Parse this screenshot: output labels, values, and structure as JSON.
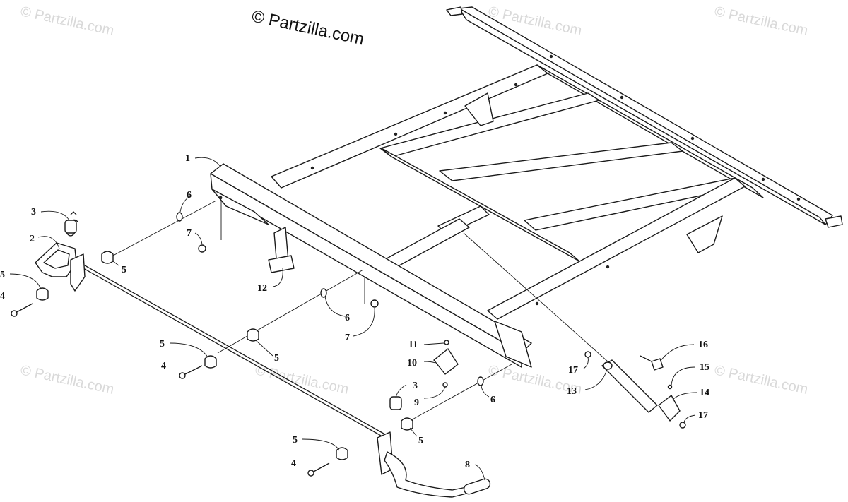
{
  "copyright": "© Partzilla.com",
  "watermark": "© Partzilla.com",
  "callouts": [
    {
      "id": "1",
      "label": "1"
    },
    {
      "id": "2",
      "label": "2"
    },
    {
      "id": "3a",
      "label": "3"
    },
    {
      "id": "3b",
      "label": "3"
    },
    {
      "id": "4a",
      "label": "4"
    },
    {
      "id": "4b",
      "label": "4"
    },
    {
      "id": "4c",
      "label": "4"
    },
    {
      "id": "5a",
      "label": "5"
    },
    {
      "id": "5b",
      "label": "5"
    },
    {
      "id": "5c",
      "label": "5"
    },
    {
      "id": "5d",
      "label": "5"
    },
    {
      "id": "5e",
      "label": "5"
    },
    {
      "id": "5f",
      "label": "5"
    },
    {
      "id": "6a",
      "label": "6"
    },
    {
      "id": "6b",
      "label": "6"
    },
    {
      "id": "6c",
      "label": "6"
    },
    {
      "id": "7a",
      "label": "7"
    },
    {
      "id": "7b",
      "label": "7"
    },
    {
      "id": "8",
      "label": "8"
    },
    {
      "id": "9",
      "label": "9"
    },
    {
      "id": "10",
      "label": "10"
    },
    {
      "id": "11",
      "label": "11"
    },
    {
      "id": "12",
      "label": "12"
    },
    {
      "id": "13",
      "label": "13"
    },
    {
      "id": "14",
      "label": "14"
    },
    {
      "id": "15",
      "label": "15"
    },
    {
      "id": "16",
      "label": "16"
    },
    {
      "id": "17a",
      "label": "17"
    },
    {
      "id": "17b",
      "label": "17"
    }
  ]
}
